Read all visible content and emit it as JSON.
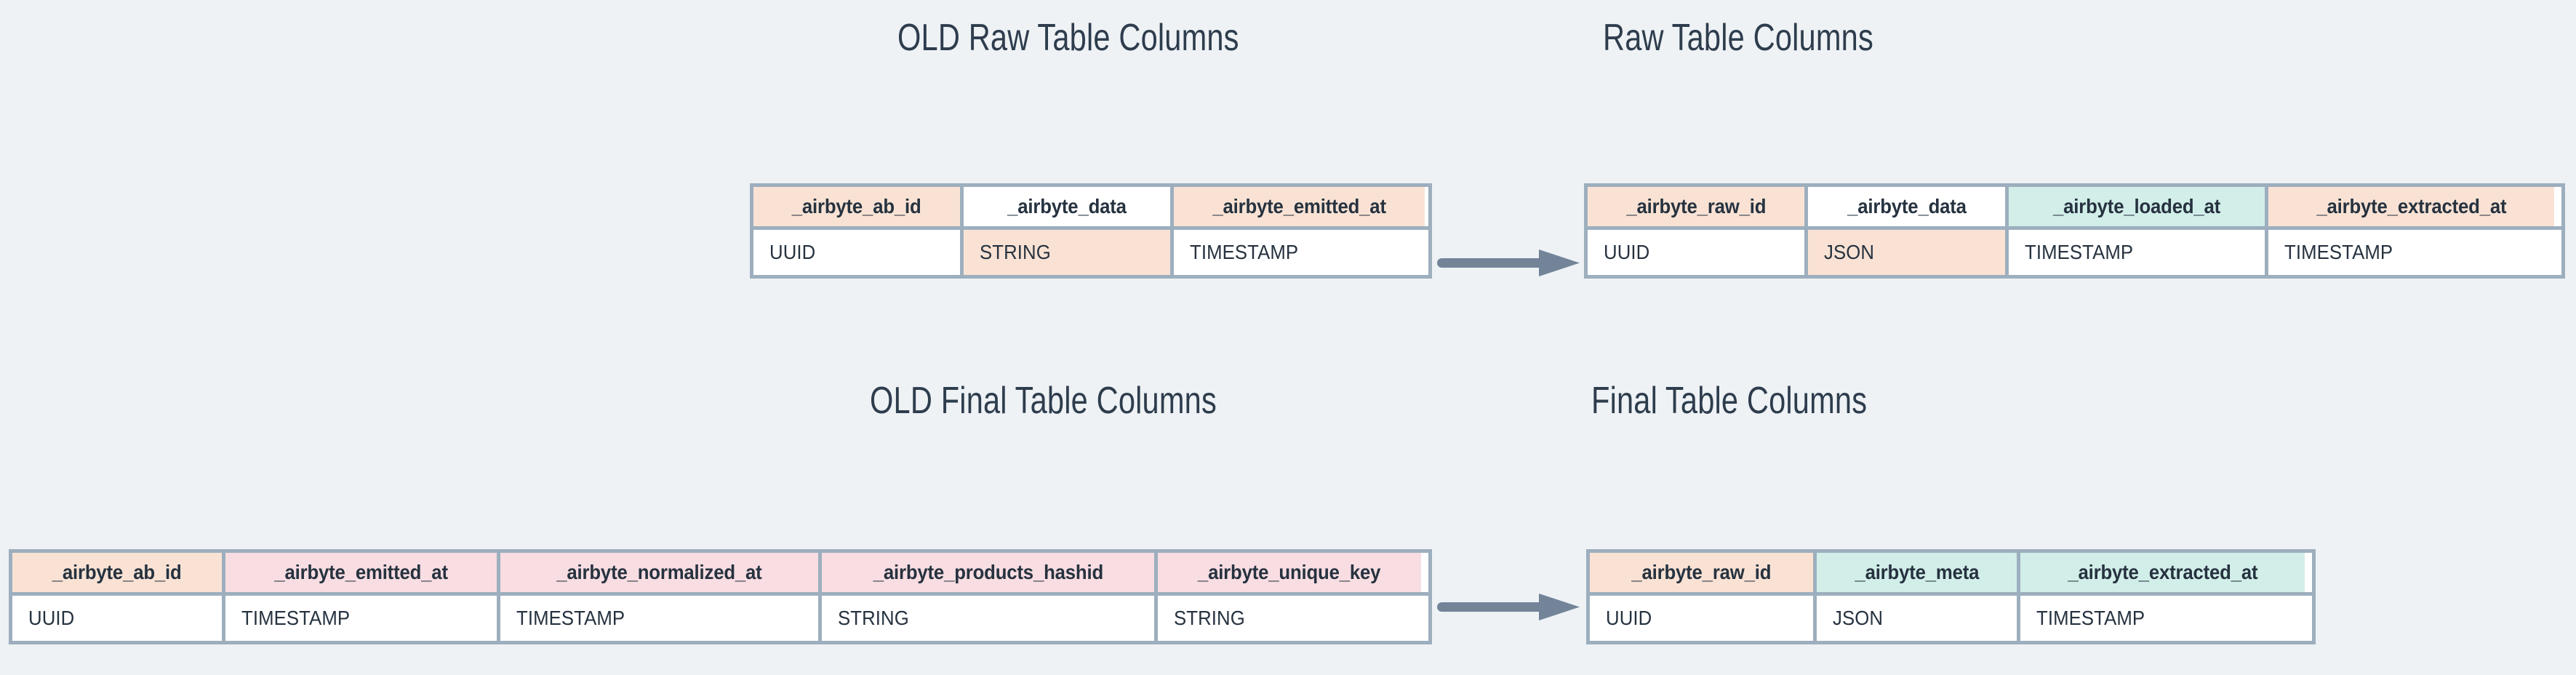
{
  "theme": {
    "background": "#eef2f5",
    "border": "#9dafbe",
    "title_color": "#2e3d4d",
    "text_color": "#26323f",
    "peach": "#f9e2d4",
    "pink": "#f8dde2",
    "teal": "#d2eee9",
    "white": "#ffffff",
    "arrow": "#738499"
  },
  "diagram": {
    "type": "before-after-schema-comparison",
    "sections": [
      {
        "id": "raw",
        "old_title": "OLD Raw Table Columns",
        "new_title": "Raw Table Columns",
        "arrow_name": "raw-transition-arrow"
      },
      {
        "id": "final",
        "old_title": "OLD Final Table Columns",
        "new_title": "Final Table Columns",
        "arrow_name": "final-transition-arrow"
      }
    ]
  },
  "tables": {
    "old_raw": {
      "name": "old-raw-table",
      "columns": [
        {
          "header": "_airbyte_ab_id",
          "type": "UUID",
          "header_fill": "peach",
          "type_fill": "white"
        },
        {
          "header": "_airbyte_data",
          "type": "STRING",
          "header_fill": "white",
          "type_fill": "peach"
        },
        {
          "header": "_airbyte_emitted_at",
          "type": "TIMESTAMP",
          "header_fill": "peach",
          "type_fill": "white"
        }
      ]
    },
    "new_raw": {
      "name": "new-raw-table",
      "columns": [
        {
          "header": "_airbyte_raw_id",
          "type": "UUID",
          "header_fill": "peach",
          "type_fill": "white"
        },
        {
          "header": "_airbyte_data",
          "type": "JSON",
          "header_fill": "white",
          "type_fill": "peach"
        },
        {
          "header": "_airbyte_loaded_at",
          "type": "TIMESTAMP",
          "header_fill": "teal",
          "type_fill": "white"
        },
        {
          "header": "_airbyte_extracted_at",
          "type": "TIMESTAMP",
          "header_fill": "peach",
          "type_fill": "white"
        }
      ]
    },
    "old_final": {
      "name": "old-final-table",
      "columns": [
        {
          "header": "_airbyte_ab_id",
          "type": "UUID",
          "header_fill": "peach",
          "type_fill": "white"
        },
        {
          "header": "_airbyte_emitted_at",
          "type": "TIMESTAMP",
          "header_fill": "pink",
          "type_fill": "white"
        },
        {
          "header": "_airbyte_normalized_at",
          "type": "TIMESTAMP",
          "header_fill": "pink",
          "type_fill": "white"
        },
        {
          "header": "_airbyte_products_hashid",
          "type": "STRING",
          "header_fill": "pink",
          "type_fill": "white"
        },
        {
          "header": "_airbyte_unique_key",
          "type": "STRING",
          "header_fill": "pink",
          "type_fill": "white"
        }
      ]
    },
    "new_final": {
      "name": "new-final-table",
      "columns": [
        {
          "header": "_airbyte_raw_id",
          "type": "UUID",
          "header_fill": "peach",
          "type_fill": "white"
        },
        {
          "header": "_airbyte_meta",
          "type": "JSON",
          "header_fill": "teal",
          "type_fill": "white"
        },
        {
          "header": "_airbyte_extracted_at",
          "type": "TIMESTAMP",
          "header_fill": "teal",
          "type_fill": "white"
        }
      ]
    }
  }
}
